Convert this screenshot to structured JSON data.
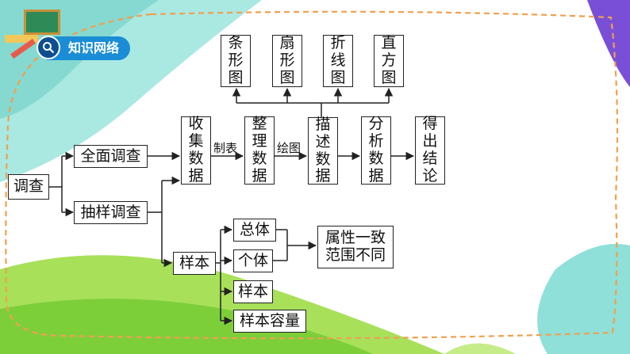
{
  "header": {
    "badge_label": "知识网络",
    "icon": "search-icon"
  },
  "colors": {
    "accent": "#1a8dd6",
    "frame": "#f0a050",
    "teal": "#7fd6cf",
    "green": "#8fd04a",
    "purple": "#7a4fd8"
  },
  "diagram": {
    "root": "调查",
    "full_survey": "全面调查",
    "sample_survey": "抽样调查",
    "steps": [
      "收集数据",
      "整理数据",
      "描述数据",
      "分析数据",
      "得出结论"
    ],
    "edge_labels": {
      "organize": "制表",
      "describe": "绘图"
    },
    "chart_types": [
      "条形图",
      "扇形图",
      "折线图",
      "直方图"
    ],
    "sample_node": "样本",
    "sample_parts": [
      "总体",
      "个体",
      "样本",
      "样本容量"
    ],
    "conclusion": [
      "属性一致",
      "范围不同"
    ]
  }
}
